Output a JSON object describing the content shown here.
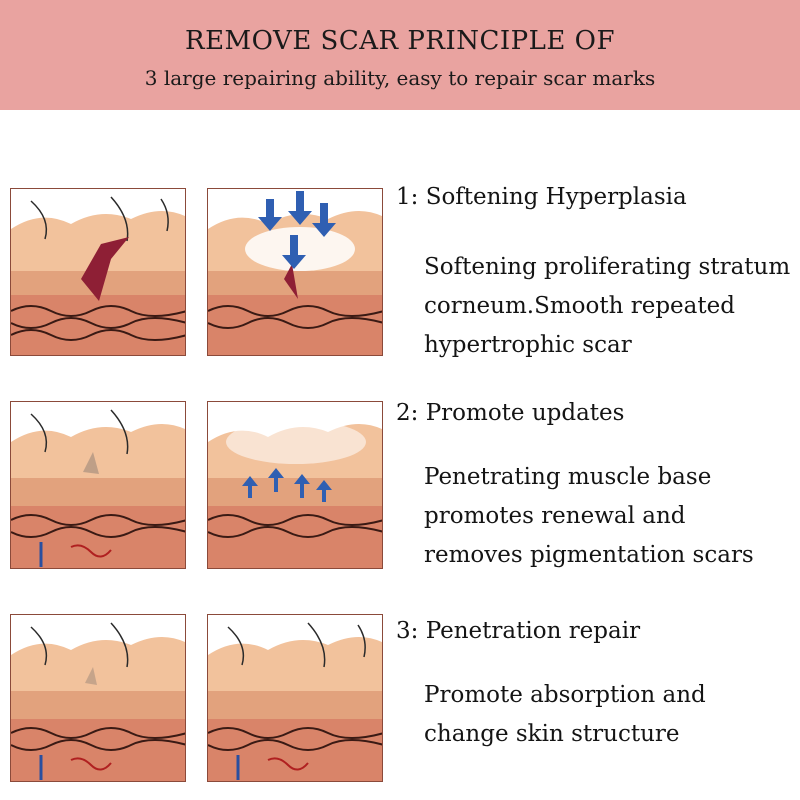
{
  "header": {
    "title": "REMOVE SCAR PRINCIPLE OF",
    "subtitle": "3 large repairing ability, easy to repair scar marks"
  },
  "steps": [
    {
      "title": "1: Softening Hyperplasia",
      "lines": [
        "Softening proliferating stratum",
        "corneum.Smooth repeated",
        "hypertrophic scar"
      ]
    },
    {
      "title": "2: Promote updates",
      "lines": [
        "Penetrating muscle base",
        "promotes renewal and",
        "removes pigmentation scars"
      ]
    },
    {
      "title": "3: Penetration repair",
      "lines": [
        "Promote absorption and",
        "change skin structure"
      ]
    }
  ],
  "illustrations": [
    {
      "name": "skin-scar-deep",
      "scar": "deep"
    },
    {
      "name": "skin-scar-treated-arrows-down",
      "scar": "faded",
      "arrows": "down"
    },
    {
      "name": "skin-scar-faint",
      "scar": "faint"
    },
    {
      "name": "skin-scar-arrows-up",
      "scar": "none",
      "arrows": "up"
    },
    {
      "name": "skin-scar-faint-2",
      "scar": "faint"
    },
    {
      "name": "skin-healed",
      "scar": "none"
    }
  ],
  "colors": {
    "banner": "#e9a3a0",
    "skin_top": "#f2c29c",
    "skin_mid": "#e2a27d",
    "dermis": "#d98469",
    "scar": "#8e1f35",
    "arrow": "#2f5fb2"
  }
}
